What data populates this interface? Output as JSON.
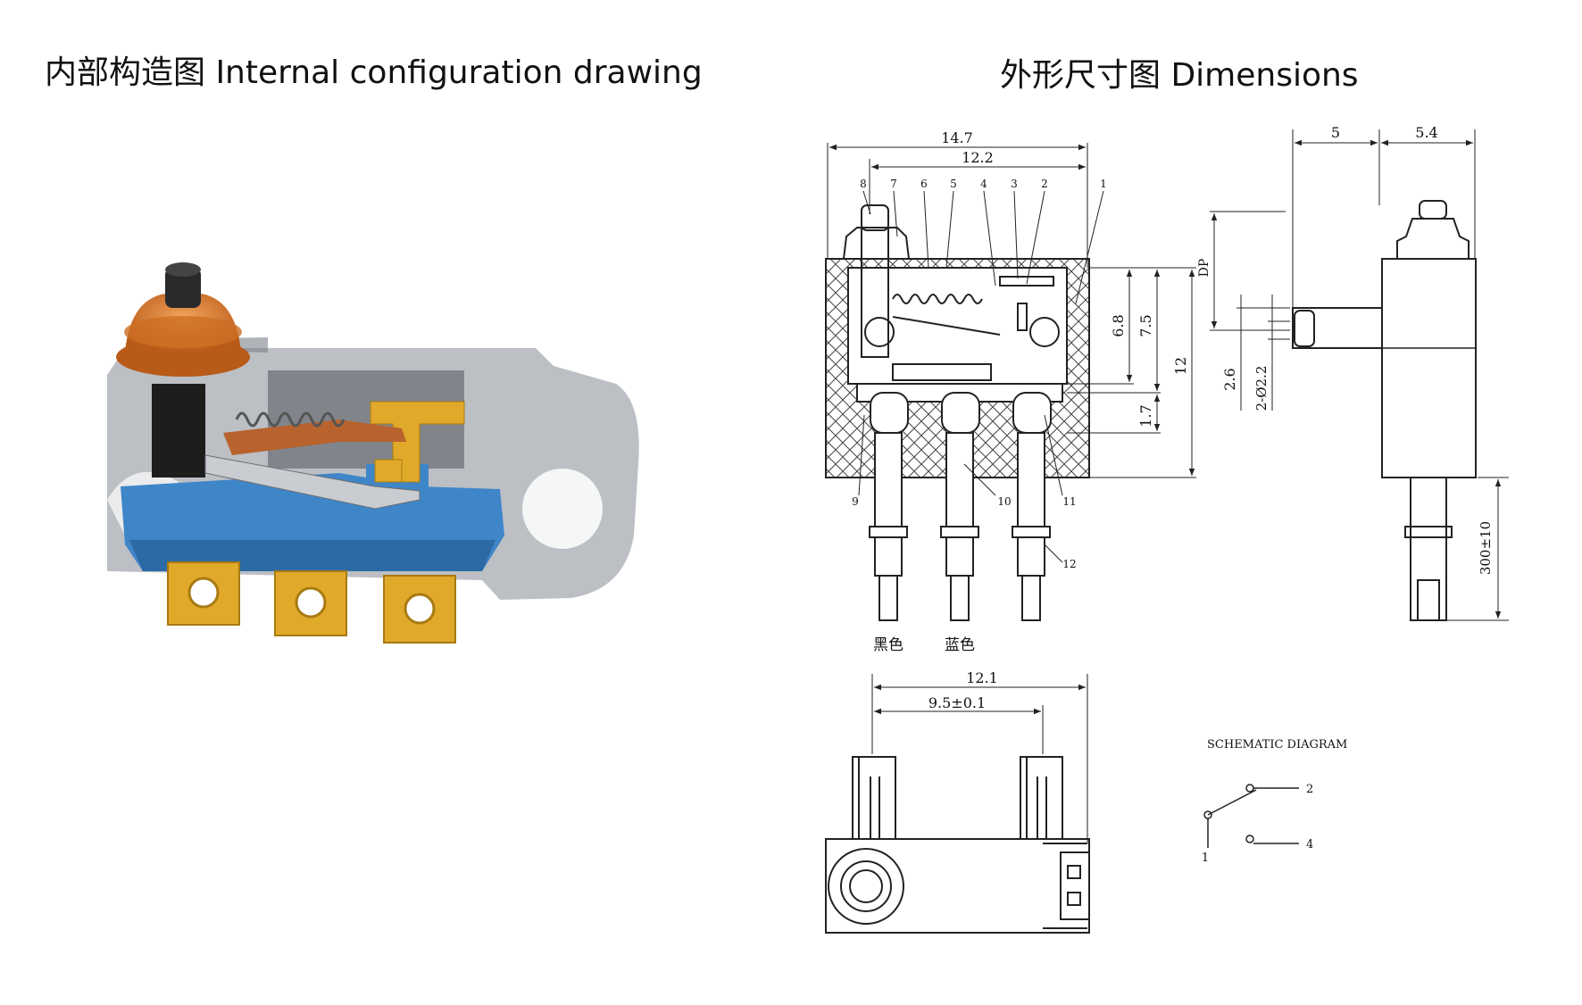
{
  "titles": {
    "internal": "内部构造图 Internal configuration drawing",
    "dimensions": "外形尺寸图 Dimensions"
  },
  "front_view": {
    "dims": {
      "overall_width": "14.7",
      "inner_width": "12.2",
      "h1": "6.8",
      "h2": "7.5",
      "h_total": "12",
      "h_bottom": "1.7"
    },
    "part_numbers_top": [
      "8",
      "7",
      "6",
      "5",
      "4",
      "3",
      "2",
      "1"
    ],
    "part_numbers_bottom": [
      "9",
      "10",
      "11",
      "12"
    ],
    "wire_labels": [
      "黑色",
      "蓝色"
    ]
  },
  "side_view": {
    "dims": {
      "w_left": "5",
      "w_right": "5.4",
      "dp": "DP",
      "offset": "2.6",
      "hole": "2-Ø2.2",
      "cable": "300±10"
    }
  },
  "bottom_view": {
    "dims": {
      "width": "12.1",
      "pitch": "9.5±0.1"
    }
  },
  "schematic": {
    "title": "SCHEMATIC DIAGRAM",
    "terminals": [
      "1",
      "2",
      "4"
    ]
  },
  "colors": {
    "housing": "#9aa0a6",
    "actuator_boot": "#d9792a",
    "base": "#3f86c9",
    "terminals": "#e0a92a",
    "copper": "#b8622e",
    "line": "#222222"
  }
}
